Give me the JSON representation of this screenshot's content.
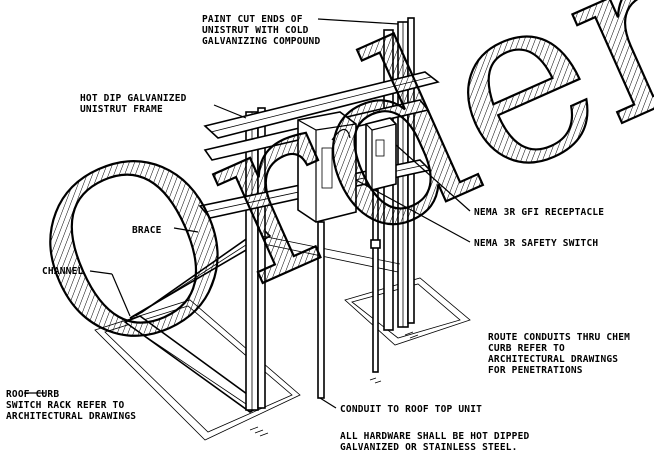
{
  "watermark": "Order",
  "labels": {
    "paint_cut_ends": [
      "PAINT CUT ENDS OF",
      "UNISTRUT WITH COLD",
      "GALVANIZING COMPOUND"
    ],
    "hot_dip_frame": [
      "HOT DIP GALVANIZED",
      "UNISTRUT FRAME"
    ],
    "brace": "BRACE",
    "channel": "CHANNEL",
    "nema_gfi": "NEMA 3R GFI RECEPTACLE",
    "nema_switch": "NEMA 3R SAFETY SWITCH",
    "route_conduits": [
      "ROUTE CONDUITS THRU CHEM",
      "CURB REFER TO",
      "ARCHITECTURAL DRAWINGS",
      "FOR PENETRATIONS"
    ],
    "roof_curb": [
      "ROOF CURB",
      "SWITCH RACK REFER TO",
      "ARCHITECTURAL DRAWINGS"
    ],
    "conduit_roof": "CONDUIT TO ROOF TOP UNIT",
    "hardware_note": [
      "ALL HARDWARE SHALL BE HOT DIPPED",
      "GALVANIZED OR STAINLESS STEEL."
    ]
  }
}
